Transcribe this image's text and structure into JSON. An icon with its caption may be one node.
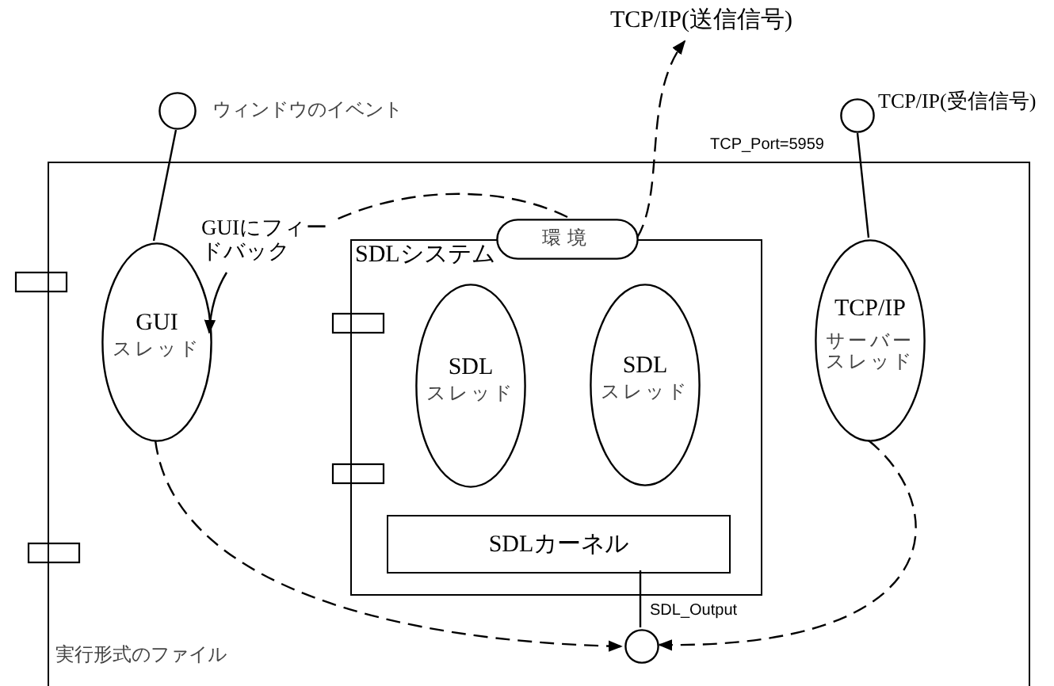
{
  "diagram": {
    "nodes": [
      {
        "text": [
          "実行形式のファイル"
        ]
      },
      {
        "text": [],
        "shape": "circle",
        "beside": [
          "ウィンドウのイベント"
        ]
      },
      {
        "text": [
          "GUI",
          "スレッド"
        ],
        "in": 0
      },
      {
        "text": [
          "SDLシステム"
        ],
        "in": 0
      },
      {
        "text": [
          "環境"
        ],
        "in": 0
      },
      {
        "text": [
          "SDL",
          "スレッド"
        ],
        "in": 3
      },
      {
        "text": [
          "SDL",
          "スレッド"
        ],
        "in": 3
      },
      {
        "text": [
          "SDLカーネル"
        ],
        "in": 3
      },
      {
        "text": [
          "TCP/IP",
          "サーバースレッド"
        ],
        "in": 0
      },
      {
        "text": [],
        "shape": "circle",
        "beside": [
          "TCP/IP(受信信号)"
        ]
      },
      {
        "text": [],
        "shape": "circle",
        "beside": [
          "SDL_Output"
        ],
        "in": 0
      },
      {
        "text": [
          "TCP/IP(送信信号)"
        ]
      },
      {
        "text": [
          "GUIにフィードバック"
        ],
        "in": 0
      }
    ],
    "edges": [
      {
        "from": 1,
        "to": 2,
        "arrow": "none"
      },
      {
        "from": 9,
        "to": 8,
        "arrow": "none"
      },
      {
        "from": 4,
        "to": 12,
        "arrow": "none",
        "style": "dashed"
      },
      {
        "from": 12,
        "to": 2,
        "arrow": "to"
      },
      {
        "from": 4,
        "to": 11,
        "arrow": "to",
        "style": "dashed"
      },
      {
        "from": 2,
        "to": 10,
        "arrow": "to",
        "style": "dashed"
      },
      {
        "from": 8,
        "to": 10,
        "arrow": "to",
        "style": "dashed"
      },
      {
        "from": 7,
        "to": 10,
        "arrow": "none"
      }
    ],
    "labels": [
      "TCP_Port=5959"
    ]
  }
}
